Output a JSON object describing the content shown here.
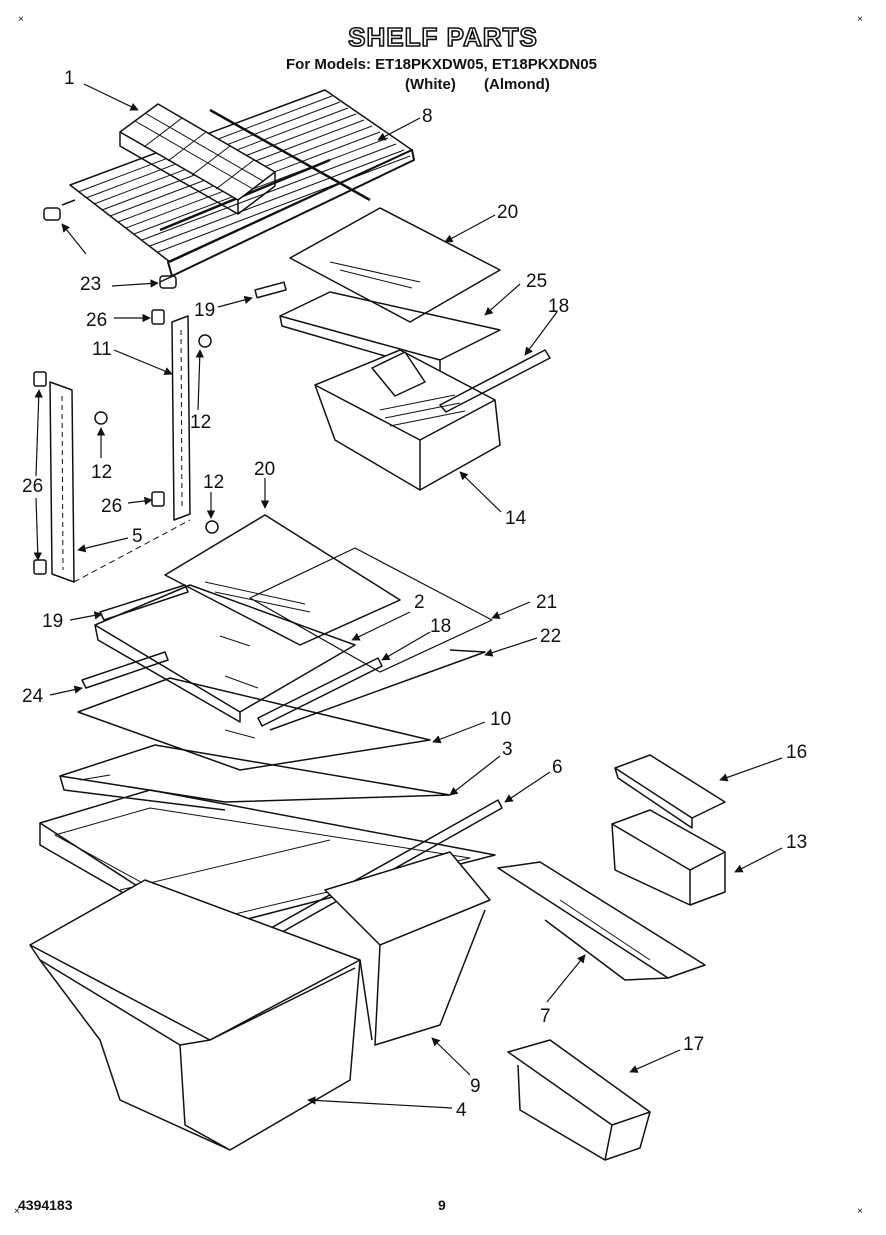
{
  "header": {
    "title": "SHELF PARTS",
    "models_line": "For Models: ET18PKXDW05, ET18PKXDN05",
    "variant_1": "(White)",
    "variant_2": "(Almond)"
  },
  "callouts": [
    "1",
    "8",
    "23",
    "23",
    "20",
    "25",
    "18",
    "19",
    "26",
    "11",
    "12",
    "12",
    "26",
    "14",
    "12",
    "20",
    "5",
    "26",
    "2",
    "21",
    "19",
    "18",
    "22",
    "24",
    "10",
    "3",
    "6",
    "16",
    "13",
    "7",
    "17",
    "9",
    "4"
  ],
  "footer": {
    "doc_number": "4394183",
    "page_number": "9"
  },
  "corner_mark": "×"
}
